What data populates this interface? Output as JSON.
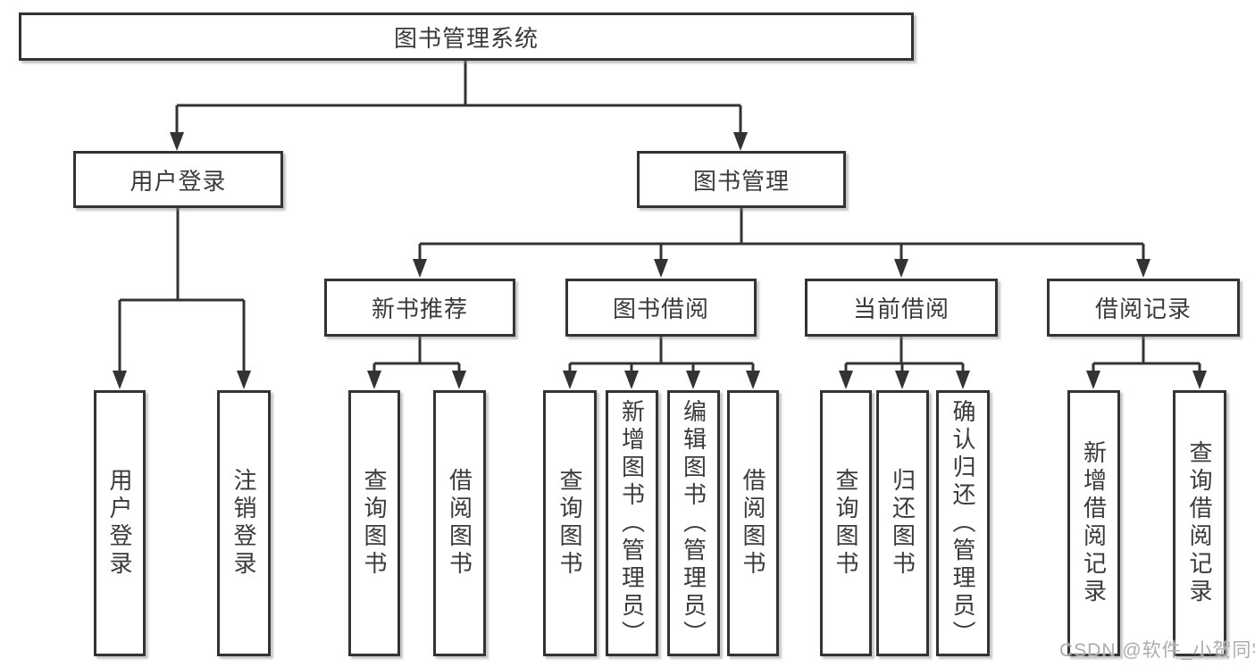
{
  "diagram": {
    "root_label": "图书管理系统",
    "level2": [
      {
        "label": "用户登录"
      },
      {
        "label": "图书管理"
      }
    ],
    "level3": [
      {
        "label": "新书推荐"
      },
      {
        "label": "图书借阅"
      },
      {
        "label": "当前借阅"
      },
      {
        "label": "借阅记录"
      }
    ],
    "leaves": {
      "user_login": [
        "用户登录",
        "注销登录"
      ],
      "new_books": [
        "查询图书",
        "借阅图书"
      ],
      "book_borrow": [
        "查询图书",
        "新增图书（管理员）",
        "编辑图书（管理员）",
        "借阅图书"
      ],
      "current_borrow": [
        "查询图书",
        "归还图书",
        "确认归还（管理员）"
      ],
      "borrow_records": [
        "新增借阅记录",
        "查询借阅记录"
      ]
    },
    "watermark": "CSDN @软件_小贺同学",
    "colors": {
      "line": "#333333",
      "box_border": "#333333",
      "box_bg": "#ffffff",
      "text": "#3a3a3a",
      "watermark": "#a8a8a8"
    }
  }
}
